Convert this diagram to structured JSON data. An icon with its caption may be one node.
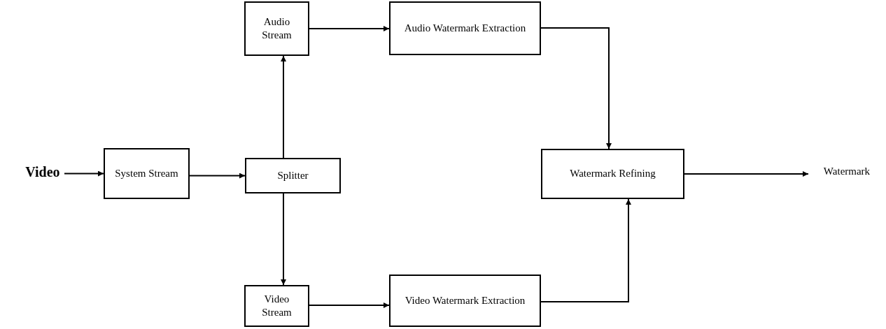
{
  "diagram": {
    "nodes": [
      {
        "text": [
          "Video"
        ]
      },
      {
        "text": [
          "System Stream"
        ]
      },
      {
        "text": [
          "Splitter"
        ]
      },
      {
        "text": [
          "Audio Stream"
        ]
      },
      {
        "text": [
          "Audio Watermark Extraction"
        ]
      },
      {
        "text": [
          "Video Stream"
        ]
      },
      {
        "text": [
          "Video Watermark Extraction"
        ]
      },
      {
        "text": [
          "Watermark Refining"
        ]
      },
      {
        "text": [
          "Watermark"
        ]
      }
    ],
    "edges": [
      {
        "from": 0,
        "to": 1,
        "arrow": "to"
      },
      {
        "from": 1,
        "to": 2,
        "arrow": "to"
      },
      {
        "from": 2,
        "to": 3,
        "arrow": "to"
      },
      {
        "from": 2,
        "to": 5,
        "arrow": "to"
      },
      {
        "from": 3,
        "to": 4,
        "arrow": "to"
      },
      {
        "from": 5,
        "to": 6,
        "arrow": "to"
      },
      {
        "from": 4,
        "to": 7,
        "arrow": "to"
      },
      {
        "from": 6,
        "to": 7,
        "arrow": "to"
      },
      {
        "from": 7,
        "to": 8,
        "arrow": "to"
      }
    ]
  }
}
